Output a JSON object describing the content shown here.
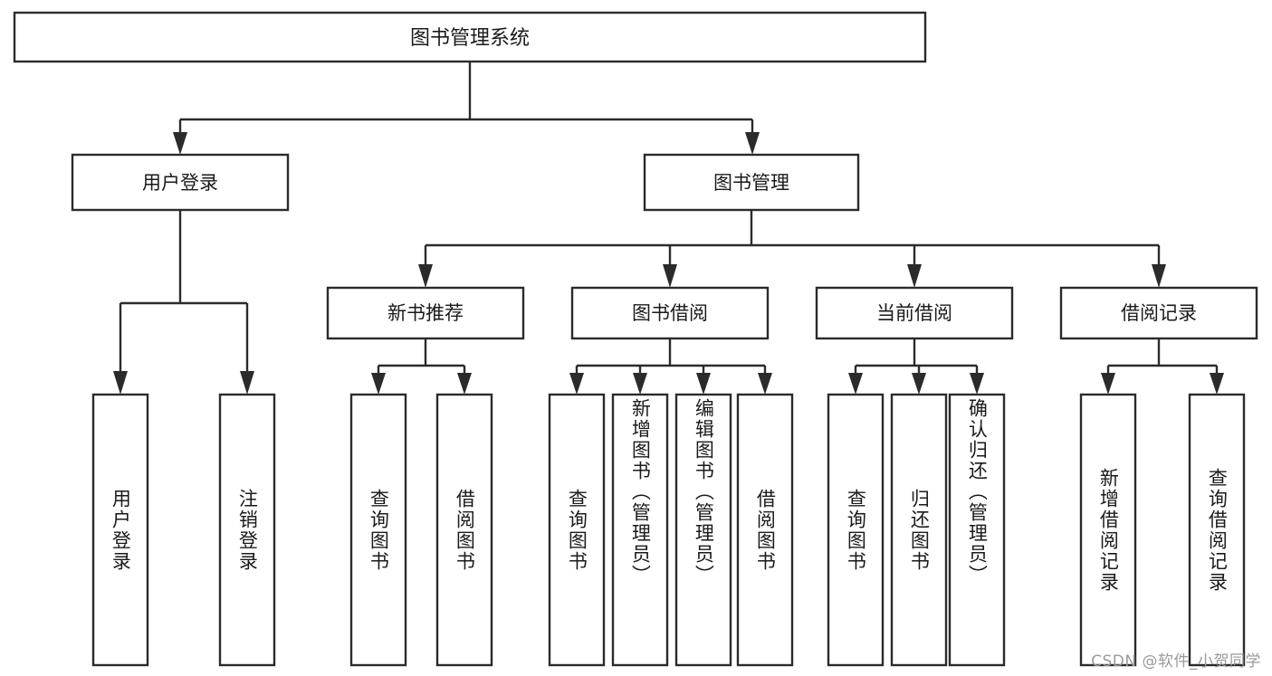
{
  "diagram": {
    "type": "tree",
    "title": "图书管理系统",
    "watermark": "CSDN @软件_小贺同学",
    "root": {
      "id": "root",
      "label": "图书管理系统",
      "orientation": "horizontal"
    },
    "level2": [
      {
        "id": "user-login",
        "label": "用户登录",
        "orientation": "horizontal"
      },
      {
        "id": "book-manage",
        "label": "图书管理",
        "orientation": "horizontal"
      }
    ],
    "level3": [
      {
        "id": "new-book-recommend",
        "label": "新书推荐",
        "parent": "book-manage",
        "orientation": "horizontal"
      },
      {
        "id": "book-borrow",
        "label": "图书借阅",
        "parent": "book-manage",
        "orientation": "horizontal"
      },
      {
        "id": "current-borrow",
        "label": "当前借阅",
        "parent": "book-manage",
        "orientation": "horizontal"
      },
      {
        "id": "borrow-record",
        "label": "借阅记录",
        "parent": "book-manage",
        "orientation": "horizontal"
      }
    ],
    "leaves": [
      {
        "id": "leaf-user-login",
        "label": "用户登录",
        "parent": "user-login",
        "orientation": "vertical"
      },
      {
        "id": "leaf-logout-login",
        "label": "注销登录",
        "parent": "user-login",
        "orientation": "vertical"
      },
      {
        "id": "leaf-query-book-1",
        "label": "查询图书",
        "parent": "new-book-recommend",
        "orientation": "vertical"
      },
      {
        "id": "leaf-borrow-book-1",
        "label": "借阅图书",
        "parent": "new-book-recommend",
        "orientation": "vertical"
      },
      {
        "id": "leaf-query-book-2",
        "label": "查询图书",
        "parent": "book-borrow",
        "orientation": "vertical"
      },
      {
        "id": "leaf-add-book",
        "label": "新增图书（管理员）",
        "parent": "book-borrow",
        "orientation": "vertical"
      },
      {
        "id": "leaf-edit-book",
        "label": "编辑图书（管理员）",
        "parent": "book-borrow",
        "orientation": "vertical"
      },
      {
        "id": "leaf-borrow-book-2",
        "label": "借阅图书",
        "parent": "book-borrow",
        "orientation": "vertical"
      },
      {
        "id": "leaf-query-book-3",
        "label": "查询图书",
        "parent": "current-borrow",
        "orientation": "vertical"
      },
      {
        "id": "leaf-return-book",
        "label": "归还图书",
        "parent": "current-borrow",
        "orientation": "vertical"
      },
      {
        "id": "leaf-confirm-return",
        "label": "确认归还（管理员）",
        "parent": "current-borrow",
        "orientation": "vertical"
      },
      {
        "id": "leaf-add-record",
        "label": "新增借阅记录",
        "parent": "borrow-record",
        "orientation": "vertical"
      },
      {
        "id": "leaf-query-record",
        "label": "查询借阅记录",
        "parent": "borrow-record",
        "orientation": "vertical"
      }
    ],
    "colors": {
      "stroke": "#2b2b2b",
      "fill": "#ffffff",
      "text": "#1a1a1a",
      "watermark": "#9a9a9a"
    }
  }
}
